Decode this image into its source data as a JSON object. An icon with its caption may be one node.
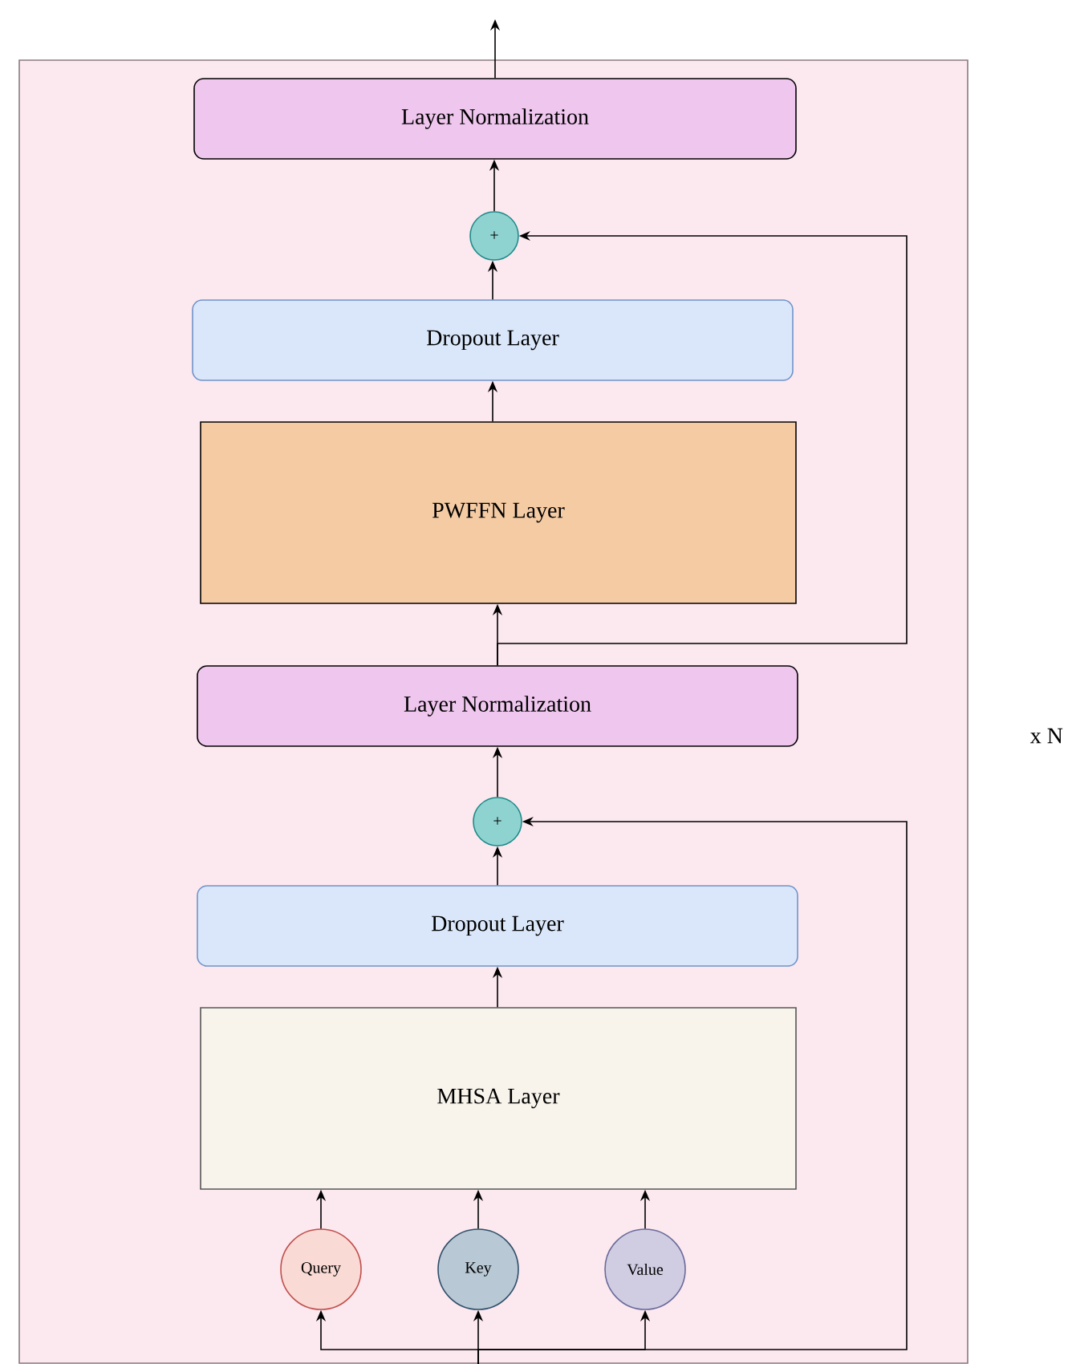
{
  "diagram": {
    "nodes": [
      {
        "text": [],
        "shape": "box",
        "beside": [
          "x N"
        ]
      },
      {
        "text": [
          "Layer Normalization"
        ],
        "in": 0
      },
      {
        "text": [
          "+"
        ],
        "in": 0
      },
      {
        "text": [
          "Dropout Layer"
        ],
        "in": 0
      },
      {
        "text": [
          "PWFFN Layer"
        ],
        "in": 0
      },
      {
        "text": [
          "Layer Normalization"
        ],
        "in": 0
      },
      {
        "text": [
          "+"
        ],
        "in": 0
      },
      {
        "text": [
          "Dropout Layer"
        ],
        "in": 0
      },
      {
        "text": [
          "MHSA Layer"
        ],
        "in": 0
      },
      {
        "text": [
          "Query"
        ],
        "in": 0
      },
      {
        "text": [
          "Key"
        ],
        "in": 0
      },
      {
        "text": [
          "Value"
        ],
        "in": 0
      }
    ],
    "edges": [
      {
        "from": 1,
        "to": null,
        "arrow": "to"
      },
      {
        "from": 2,
        "to": 1,
        "arrow": "to"
      },
      {
        "from": 3,
        "to": 2,
        "arrow": "to"
      },
      {
        "from": 4,
        "to": 3,
        "arrow": "to"
      },
      {
        "from": 5,
        "to": 4,
        "arrow": "to"
      },
      {
        "from": 5,
        "to": 2,
        "arrow": "to"
      },
      {
        "from": 6,
        "to": 5,
        "arrow": "to"
      },
      {
        "from": 7,
        "to": 6,
        "arrow": "to"
      },
      {
        "from": 8,
        "to": 7,
        "arrow": "to"
      },
      {
        "from": 9,
        "to": 8,
        "arrow": "to"
      },
      {
        "from": 10,
        "to": 8,
        "arrow": "to"
      },
      {
        "from": 11,
        "to": 8,
        "arrow": "to"
      },
      {
        "from": null,
        "to": 9,
        "arrow": "to"
      },
      {
        "from": null,
        "to": 10,
        "arrow": "to"
      },
      {
        "from": null,
        "to": 11,
        "arrow": "to"
      },
      {
        "from": null,
        "to": 6,
        "arrow": "to"
      }
    ]
  }
}
